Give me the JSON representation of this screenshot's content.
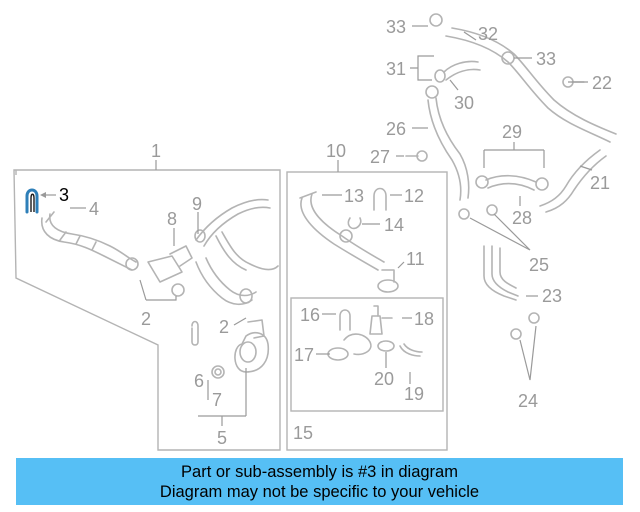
{
  "colors": {
    "highlight": "#2e7fb8",
    "banner_bg": "#56bff5",
    "callout_gray": "#9a9a9a",
    "part_gray": "#b4b4b4"
  },
  "callouts": {
    "n1": "1",
    "n2a": "2",
    "n2b": "2",
    "n3": "3",
    "n4": "4",
    "n5": "5",
    "n6": "6",
    "n7": "7",
    "n8": "8",
    "n9": "9",
    "n10": "10",
    "n11": "11",
    "n12": "12",
    "n13": "13",
    "n14": "14",
    "n15": "15",
    "n16": "16",
    "n17": "17",
    "n18": "18",
    "n19": "19",
    "n20": "20",
    "n21": "21",
    "n22": "22",
    "n23": "23",
    "n24": "24",
    "n25": "25",
    "n26": "26",
    "n27": "27",
    "n28": "28",
    "n29": "29",
    "n30": "30",
    "n31": "31",
    "n32": "32",
    "n33a": "33",
    "n33b": "33"
  },
  "highlighted_part": "3",
  "banner": {
    "line1": "Part or sub-assembly is #3 in diagram",
    "line2": "Diagram may not be specific to your vehicle"
  }
}
